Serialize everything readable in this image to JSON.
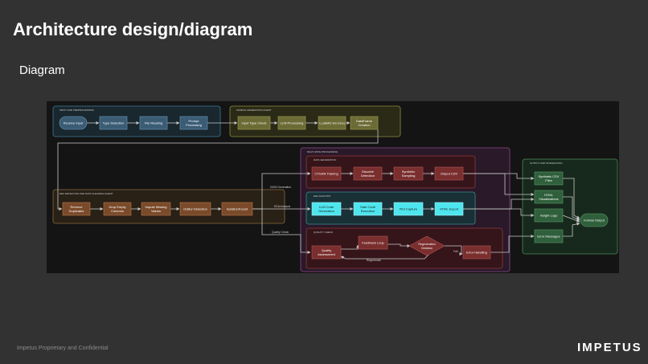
{
  "slide": {
    "title": "Architecture design/diagram",
    "subtitle": "Diagram",
    "footer": "Impetus Proprietary and Confidential",
    "brand": "IMPETUS"
  },
  "colors": {
    "background": "#323232",
    "canvas": "#141414",
    "blue_node": "#3b5c75",
    "olive_node": "#6b6b35",
    "brown_node": "#7a4a2a",
    "red_node": "#7a2e2e",
    "cyan_node": "#4ee6ee",
    "green_node": "#2f5f3b",
    "edge": "#c8c8c8"
  },
  "groups": {
    "input_preprocessing": "INPUT AND PREPROCESSING",
    "sample_generation": "SAMPLE GENERATION AGENT",
    "eda_cleaning": "EDA DETECTION AND DATA CLEANING AGENT",
    "multi_path": "MULTI-PATH PROCESSING",
    "data_generation": "DATA GENERATION",
    "eda_analysis": "EDA ANALYSIS",
    "quality_check": "QUALITY CHECK",
    "output_integration": "OUTPUT AND INTEGRATION"
  },
  "nodes": {
    "receive_input": "Receive Input",
    "type_detection": "Type Detection",
    "file_reading": "File Reading",
    "prompt_processing": [
      "Prompt",
      "Processing"
    ],
    "input_type_check": "Input Type Check",
    "llm_processing": "LLM Processing",
    "llama2_groq": "LLaMA2 via Groq",
    "dataframe_creation": [
      "DataFrame",
      "Creation"
    ],
    "remove_duplicates": [
      "Remove",
      "Duplicates"
    ],
    "drop_empty_columns": [
      "Drop Empty",
      "Columns"
    ],
    "impute_missing_values": [
      "Impute Missing",
      "Values"
    ],
    "outlier_detection": "Outlier Detection",
    "isolation_forest": "IsolationForest",
    "ctgan_training": "CTGAN Training",
    "discrete_detection": [
      "Discrete",
      "Detection"
    ],
    "synthetic_sampling": [
      "Synthetic",
      "Sampling"
    ],
    "output_csv": "Output CSV",
    "llm_code_generation": [
      "LLM Code",
      "Generation"
    ],
    "safe_code_execution": [
      "Safe Code",
      "Execution"
    ],
    "plot_capture": "Plot Capture",
    "html_export": "HTML Export",
    "quality_assessment": [
      "Quality",
      "Assessment"
    ],
    "feedback_loop": "Feedback Loop",
    "regeneration_decision": [
      "Regeneration",
      "Decision"
    ],
    "error_handling": "Error Handling",
    "synthetic_csv_files": [
      "Synthetic CSV",
      "Files"
    ],
    "html_visualizations": [
      "HTML",
      "Visualizations"
    ],
    "insight_logs": "Insight Logs",
    "error_messages": "Error Messages",
    "format_output": "Format Output"
  },
  "edge_labels": {
    "data_generation": "DATA Generation",
    "eda_analysis": "EDA Analysis",
    "quality_check": "Quality Check",
    "fail": "Fail",
    "regenerate": "Regenerate"
  }
}
